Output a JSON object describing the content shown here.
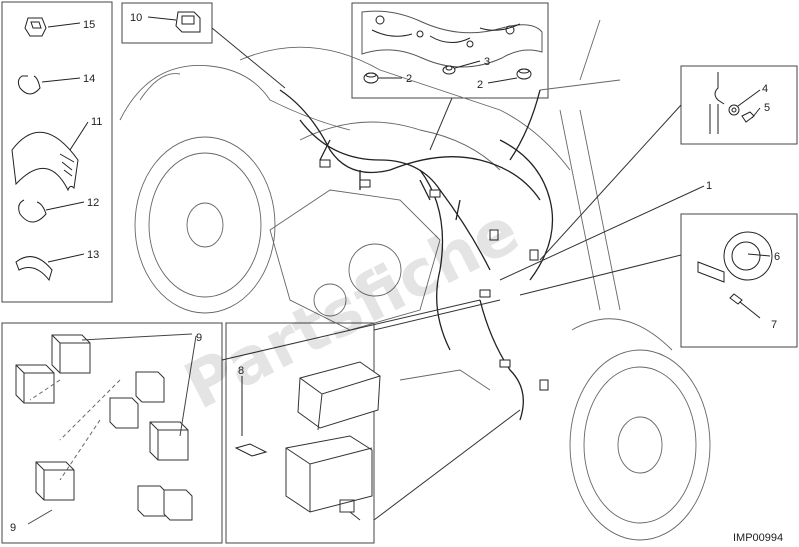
{
  "diagram": {
    "code": "IMP00994",
    "watermark": "Partsfiche",
    "callouts": {
      "c1": "1",
      "c2a": "2",
      "c2b": "2",
      "c3": "3",
      "c4": "4",
      "c5": "5",
      "c6": "6",
      "c7": "7",
      "c8": "8",
      "c9a": "9",
      "c9b": "9",
      "c10": "10",
      "c11": "11",
      "c12": "12",
      "c13": "13",
      "c14": "14",
      "c15": "15"
    }
  }
}
